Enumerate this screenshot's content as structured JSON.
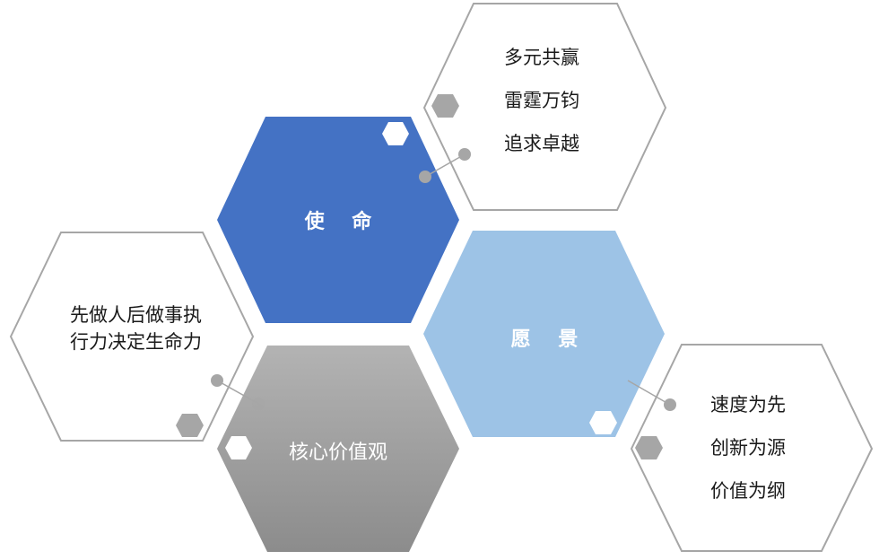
{
  "colors": {
    "mission_fill": "#4472c4",
    "vision_fill": "#9dc3e6",
    "values_fill_top": "#b3b3b3",
    "values_fill_bottom": "#8c8c8c",
    "outline_stroke": "#a6a6a6",
    "small_hex_gray": "#a6a6a6",
    "connector": "#a6a6a6"
  },
  "mission": {
    "label": "使    命"
  },
  "vision": {
    "label": "愿    景"
  },
  "values": {
    "label": "核心价值观"
  },
  "mission_details": {
    "lines": [
      "多元共赢",
      "雷霆万钧",
      "追求卓越"
    ]
  },
  "values_details": {
    "text": "先做人后做事执行力决定生命力"
  },
  "vision_details": {
    "lines": [
      "速度为先",
      "创新为源",
      "价值为纲"
    ]
  }
}
